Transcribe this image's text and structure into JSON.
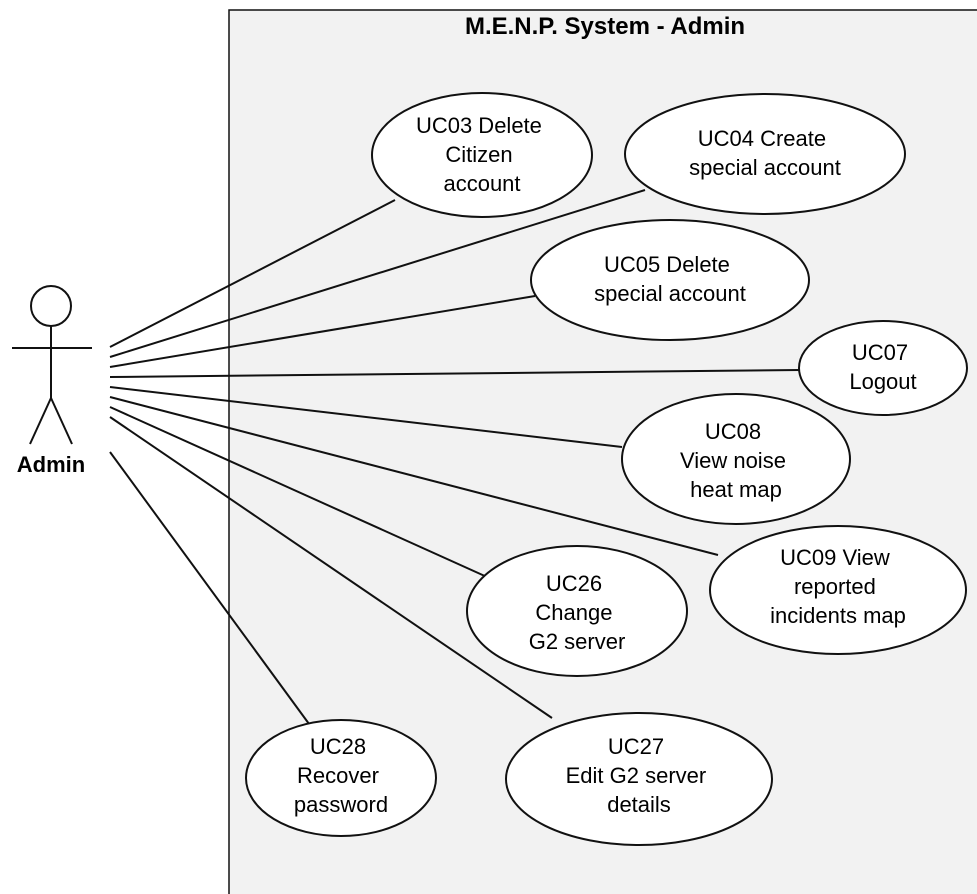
{
  "system": {
    "title": "M.E.N.P. System - Admin"
  },
  "actor": {
    "name": "Admin"
  },
  "use_cases": [
    {
      "id": "uc03",
      "lines": [
        "UC03 Delete",
        "Citizen",
        "account"
      ]
    },
    {
      "id": "uc04",
      "lines": [
        "UC04 Create",
        "special account"
      ]
    },
    {
      "id": "uc05",
      "lines": [
        "UC05 Delete",
        "special account"
      ]
    },
    {
      "id": "uc07",
      "lines": [
        "UC07",
        "Logout"
      ]
    },
    {
      "id": "uc08",
      "lines": [
        "UC08",
        "View noise",
        "heat map"
      ]
    },
    {
      "id": "uc09",
      "lines": [
        "UC09 View",
        "reported",
        "incidents map"
      ]
    },
    {
      "id": "uc26",
      "lines": [
        "UC26",
        "Change",
        "G2 server"
      ]
    },
    {
      "id": "uc27",
      "lines": [
        "UC27",
        "Edit G2 server",
        "details"
      ]
    },
    {
      "id": "uc28",
      "lines": [
        "UC28",
        "Recover",
        "password"
      ]
    }
  ]
}
